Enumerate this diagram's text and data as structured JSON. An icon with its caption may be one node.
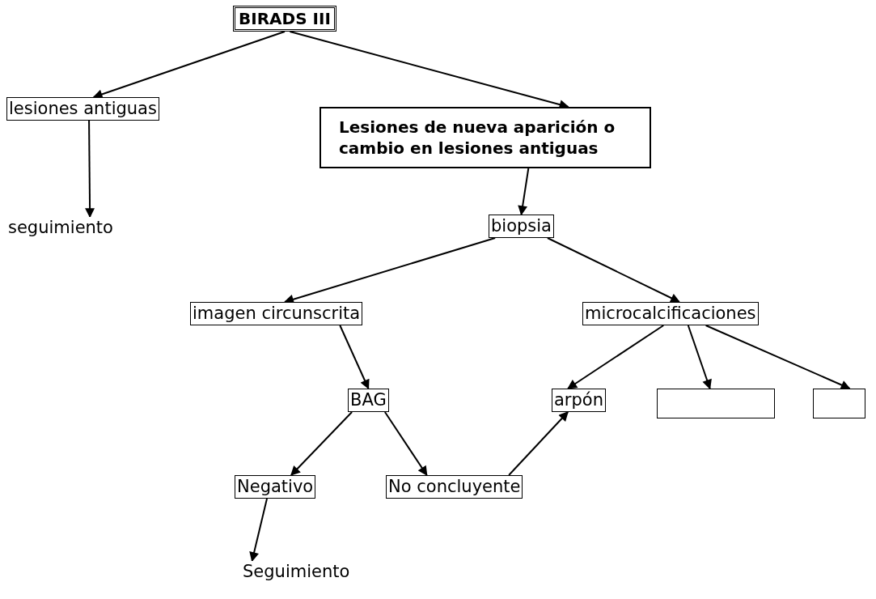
{
  "diagram": {
    "nodes": [
      {
        "text": [
          "BIRADS III"
        ]
      },
      {
        "text": [
          "lesiones antiguas"
        ]
      },
      {
        "text": [
          "Lesiones de nueva aparición o cambio en lesiones antiguas"
        ]
      },
      {
        "text": [
          "seguimiento"
        ]
      },
      {
        "text": [
          "biopsia"
        ]
      },
      {
        "text": [
          "imagen circunscrita"
        ]
      },
      {
        "text": [
          "microcalcificaciones"
        ]
      },
      {
        "text": [
          "BAG"
        ]
      },
      {
        "text": [
          "arpón"
        ]
      },
      {
        "text": [],
        "shape": "box"
      },
      {
        "text": [],
        "shape": "box"
      },
      {
        "text": [
          "Negativo"
        ]
      },
      {
        "text": [
          "No concluyente"
        ]
      },
      {
        "text": [
          "Seguimiento"
        ]
      }
    ],
    "edges": [
      {
        "from": 0,
        "to": 1,
        "arrow": "to"
      },
      {
        "from": 0,
        "to": 2,
        "arrow": "to"
      },
      {
        "from": 1,
        "to": 3,
        "arrow": "to"
      },
      {
        "from": 2,
        "to": 4,
        "arrow": "to"
      },
      {
        "from": 4,
        "to": 5,
        "arrow": "to"
      },
      {
        "from": 4,
        "to": 6,
        "arrow": "to"
      },
      {
        "from": 5,
        "to": 7,
        "arrow": "to"
      },
      {
        "from": 6,
        "to": 8,
        "arrow": "to"
      },
      {
        "from": 6,
        "to": 9,
        "arrow": "to"
      },
      {
        "from": 6,
        "to": 10,
        "arrow": "to"
      },
      {
        "from": 7,
        "to": 11,
        "arrow": "to"
      },
      {
        "from": 7,
        "to": 12,
        "arrow": "to"
      },
      {
        "from": 12,
        "to": 8,
        "arrow": "to"
      },
      {
        "from": 11,
        "to": 13,
        "arrow": "to"
      }
    ]
  }
}
